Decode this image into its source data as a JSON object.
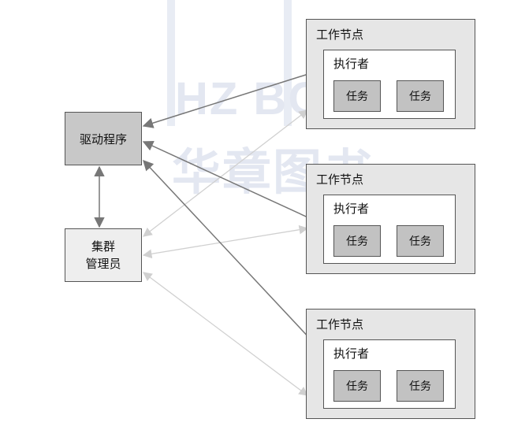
{
  "watermark": {
    "latin": "HZ BOOKS",
    "cjk": "华章图书"
  },
  "driver": {
    "label": "驱动程序"
  },
  "cluster_manager": {
    "line1": "集群",
    "line2": "管理员"
  },
  "workers": [
    {
      "label": "工作节点",
      "executor": "执行者",
      "tasks": [
        "任务",
        "任务"
      ]
    },
    {
      "label": "工作节点",
      "executor": "执行者",
      "tasks": [
        "任务",
        "任务"
      ]
    },
    {
      "label": "工作节点",
      "executor": "执行者",
      "tasks": [
        "任务",
        "任务"
      ]
    }
  ],
  "colors": {
    "driver_fill": "#c8c8c8",
    "cluster_manager_fill": "#eeeeee",
    "worker_fill": "#e6e6e6",
    "task_fill": "#c2c2c2",
    "strong_arrow": "#777777",
    "faint_arrow": "#d0d0d0"
  }
}
